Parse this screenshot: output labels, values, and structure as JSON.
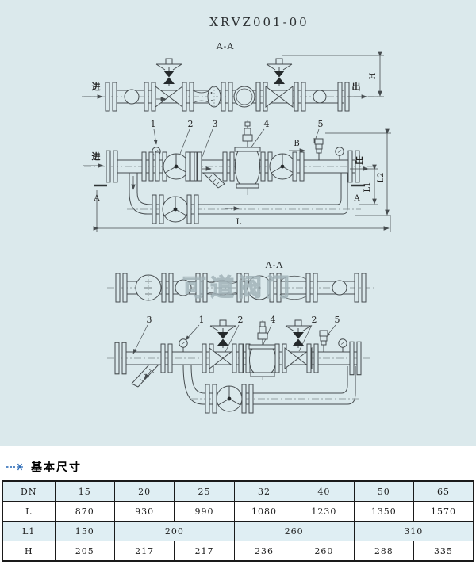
{
  "colors": {
    "drawing_background": "#dbe9ec",
    "line": "#464c4f",
    "table_shaded_row": "#dfeef3",
    "table_border": "#1a1a1a",
    "bullet_blue": "#2e6db8",
    "watermark_gray": "#a2b3b9"
  },
  "drawing": {
    "title": "XRVZ001-00",
    "section_view_label_top": "A-A",
    "section_view_label_mid": "A-A",
    "view1": {
      "inlet": "进",
      "outlet": "出",
      "dim_h": "H"
    },
    "view2": {
      "inlet": "进",
      "outlet": "出",
      "b_label": "B",
      "cut_label_left": "A",
      "cut_label_right": "A",
      "dim_l": "L",
      "dim_l1": "L1",
      "dim_l2": "L2"
    },
    "parts_view1": [
      "1",
      "2",
      "3",
      "4",
      "5"
    ],
    "parts_view2": [
      "3",
      "1",
      "2",
      "4",
      "2",
      "5"
    ],
    "watermark": "可道阀门"
  },
  "basic_dimensions": {
    "heading": "基本尺寸",
    "table": {
      "rows": [
        {
          "label": "DN",
          "shaded": true,
          "cells": [
            [
              "15",
              1
            ],
            [
              "20",
              1
            ],
            [
              "25",
              1
            ],
            [
              "32",
              1
            ],
            [
              "40",
              1
            ],
            [
              "50",
              1
            ],
            [
              "65",
              1
            ]
          ]
        },
        {
          "label": "L",
          "shaded": false,
          "cells": [
            [
              "870",
              1
            ],
            [
              "930",
              1
            ],
            [
              "990",
              1
            ],
            [
              "1080",
              1
            ],
            [
              "1230",
              1
            ],
            [
              "1350",
              1
            ],
            [
              "1570",
              1
            ]
          ]
        },
        {
          "label": "L1",
          "shaded": true,
          "cells": [
            [
              "150",
              1
            ],
            [
              "200",
              2
            ],
            [
              "260",
              2
            ],
            [
              "310",
              2
            ]
          ]
        },
        {
          "label": "H",
          "shaded": false,
          "cells": [
            [
              "205",
              1
            ],
            [
              "217",
              1
            ],
            [
              "217",
              1
            ],
            [
              "236",
              1
            ],
            [
              "260",
              1
            ],
            [
              "288",
              1
            ],
            [
              "335",
              1
            ]
          ]
        }
      ]
    }
  }
}
